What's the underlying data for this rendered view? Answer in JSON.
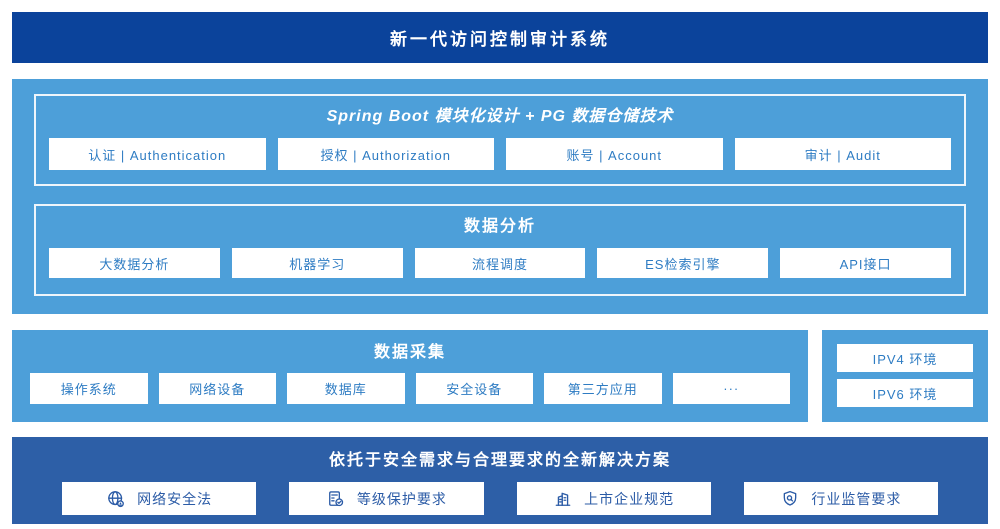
{
  "banner": {
    "title": "新一代访问控制审计系统"
  },
  "platform": {
    "modules_box": {
      "title": "Spring Boot 模块化设计 + PG 数据仓储技术",
      "items": [
        "认证 | Authentication",
        "授权 | Authorization",
        "账号 | Account",
        "审计 | Audit"
      ]
    },
    "analysis_box": {
      "title": "数据分析",
      "items": [
        "大数据分析",
        "机器学习",
        "流程调度",
        "ES检索引擎",
        "API接口"
      ]
    }
  },
  "collection": {
    "title": "数据采集",
    "items": [
      "操作系统",
      "网络设备",
      "数据库",
      "安全设备",
      "第三方应用",
      "···"
    ]
  },
  "network_env": {
    "items": [
      "IPV4 环境",
      "IPV6 环境"
    ]
  },
  "solution": {
    "title": "依托于安全需求与合理要求的全新解决方案",
    "items": [
      {
        "icon": "globe-pin-icon",
        "label": "网络安全法"
      },
      {
        "icon": "document-check-icon",
        "label": "等级保护要求"
      },
      {
        "icon": "building-icon",
        "label": "上市企业规范"
      },
      {
        "icon": "shield-search-icon",
        "label": "行业监管要求"
      }
    ]
  },
  "colors": {
    "banner_bg": "#0b439b",
    "section_bg": "#4d9fd9",
    "solution_bg": "#2d5fa7",
    "button_text_blue": "#2e7cc3",
    "solution_text_blue": "#2b5ba6",
    "text_on_blue": "#ffffff"
  }
}
